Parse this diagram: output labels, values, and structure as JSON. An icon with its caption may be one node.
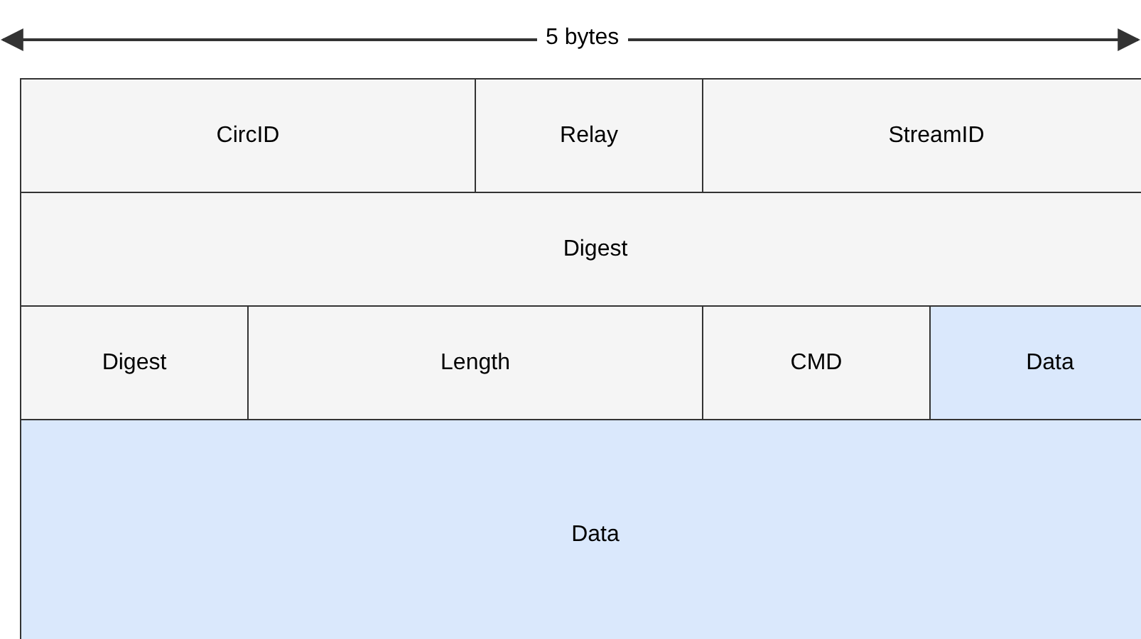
{
  "diagram": {
    "nodes": [
      {
        "text": [
          "CircID"
        ]
      },
      {
        "text": [
          "Relay"
        ]
      },
      {
        "text": [
          "StreamID"
        ]
      },
      {
        "text": [
          "Digest"
        ]
      },
      {
        "text": [
          "Digest"
        ]
      },
      {
        "text": [
          "Length"
        ]
      },
      {
        "text": [
          "CMD"
        ]
      },
      {
        "text": [
          "Data"
        ]
      },
      {
        "text": [
          "Data"
        ]
      }
    ],
    "edges": [],
    "labels": [
      "5 bytes"
    ]
  }
}
